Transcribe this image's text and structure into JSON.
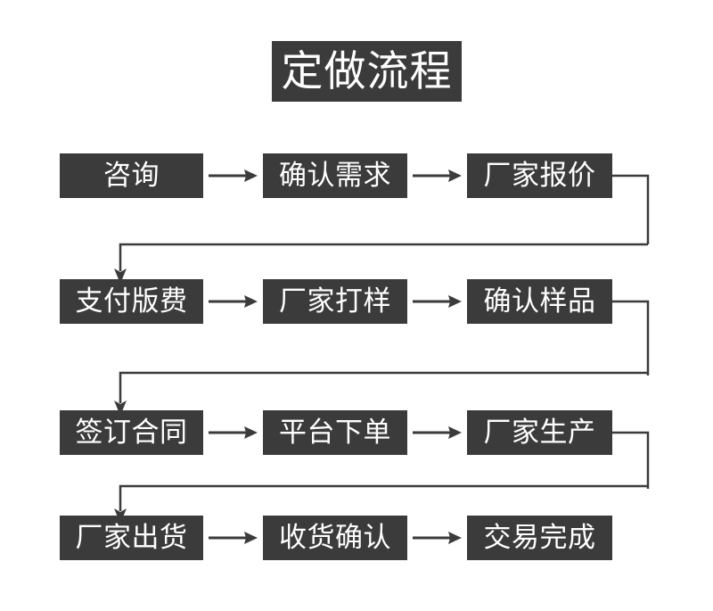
{
  "diagram": {
    "title": "定做流程",
    "bg_color": "#ffffff",
    "box_color": "#3b3b3b",
    "text_color": "#ffffff",
    "line_color": "#3b3b3b",
    "rows": [
      {
        "id": "row-1",
        "steps": [
          {
            "id": "step-1",
            "label": "咨询"
          },
          {
            "id": "step-2",
            "label": "确认需求"
          },
          {
            "id": "step-3",
            "label": "厂家报价"
          }
        ]
      },
      {
        "id": "row-2",
        "steps": [
          {
            "id": "step-4",
            "label": "支付版费"
          },
          {
            "id": "step-5",
            "label": "厂家打样"
          },
          {
            "id": "step-6",
            "label": "确认样品"
          }
        ]
      },
      {
        "id": "row-3",
        "steps": [
          {
            "id": "step-7",
            "label": "签订合同"
          },
          {
            "id": "step-8",
            "label": "平台下单"
          },
          {
            "id": "step-9",
            "label": "厂家生产"
          }
        ]
      },
      {
        "id": "row-4",
        "steps": [
          {
            "id": "step-10",
            "label": "厂家出货"
          },
          {
            "id": "step-11",
            "label": "收货确认"
          },
          {
            "id": "step-12",
            "label": "交易完成"
          }
        ]
      }
    ],
    "connectors": {
      "arrow_icon": "right-arrow-icon",
      "elbow_icon": "elbow-connector-down-icon",
      "count_horizontal": 8,
      "count_elbow": 3
    }
  }
}
